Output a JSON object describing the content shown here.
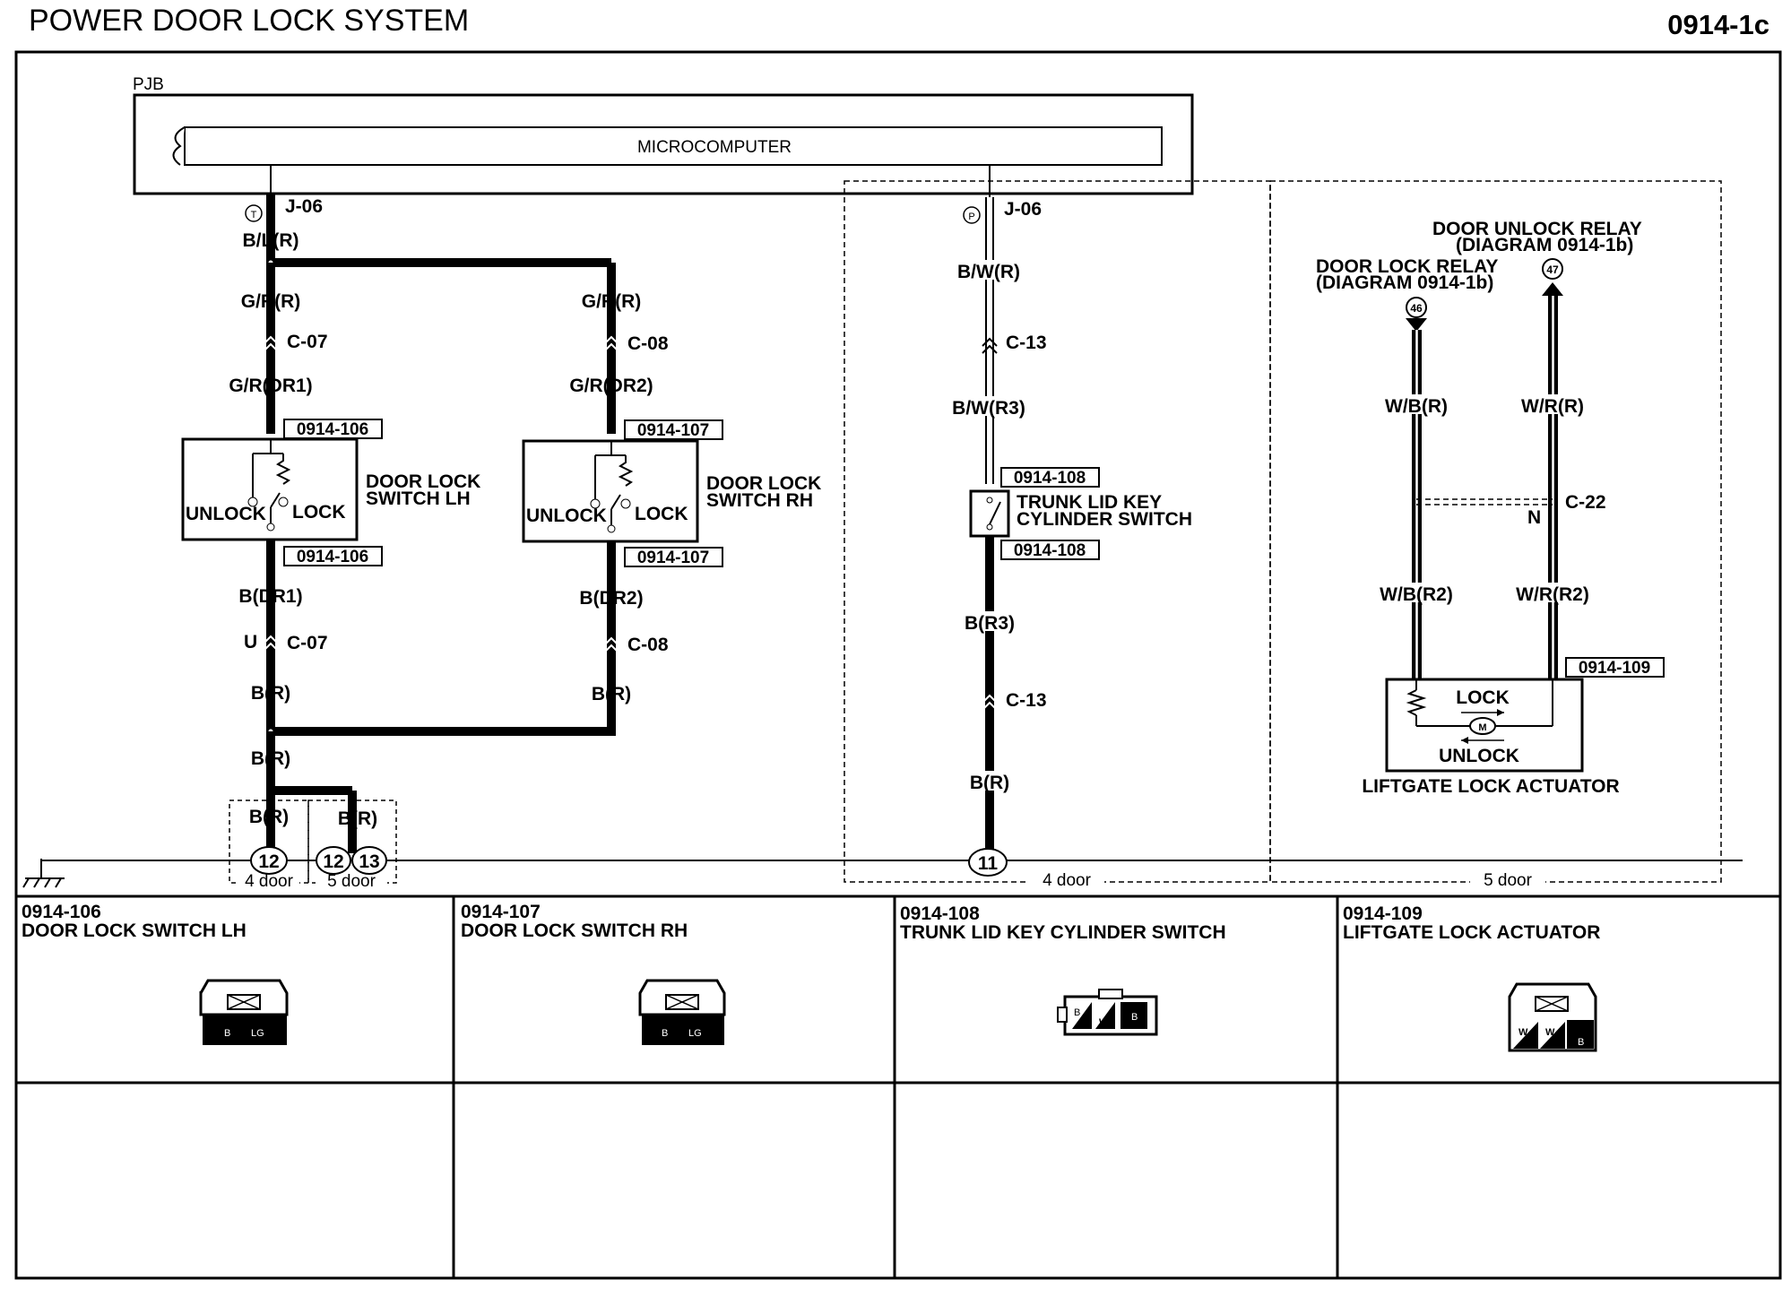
{
  "header": {
    "title": "POWER DOOR LOCK SYSTEM",
    "code": "0914-1c"
  },
  "diagram": {
    "pjb": "PJB",
    "microcomputer": "MICROCOMPUTER",
    "left": {
      "terminal": "T",
      "connector": "J-06",
      "wire_top": "B/L(R)",
      "lh": {
        "wire1": "G/R(R)",
        "conn": "C-07",
        "wire2": "G/R(DR1)",
        "ref": "0914-106",
        "name1": "DOOR LOCK",
        "name2": "SWITCH LH",
        "unlock": "UNLOCK",
        "lock": "LOCK",
        "wire3": "B(DR1)",
        "u": "U",
        "wire4": "B(R)"
      },
      "rh": {
        "wire1": "G/R(R)",
        "conn": "C-08",
        "wire2": "G/R(DR2)",
        "ref": "0914-107",
        "name1": "DOOR LOCK",
        "name2": "SWITCH RH",
        "unlock": "UNLOCK",
        "lock": "LOCK",
        "wire3": "B(DR2)",
        "wire4": "B(R)"
      },
      "wire_join": "B(R)",
      "wire_4door": "B(R)",
      "wire_5door": "B(R)",
      "ground_4door": "12",
      "ground_5door_a": "12",
      "ground_5door_b": "13",
      "label_4door": "4 door",
      "label_5door": "5 door"
    },
    "middle": {
      "terminal": "P",
      "connector": "J-06",
      "wire1": "B/W(R)",
      "conn": "C-13",
      "wire2": "B/W(R3)",
      "ref": "0914-108",
      "name1": "TRUNK LID KEY",
      "name2": "CYLINDER SWITCH",
      "wire3": "B(R3)",
      "conn2": "C-13",
      "wire4": "B(R)",
      "ground": "11",
      "footer": "4 door"
    },
    "right": {
      "unlock_relay1": "DOOR UNLOCK RELAY",
      "unlock_relay2": "(DIAGRAM 0914-1b)",
      "lock_relay1": "DOOR LOCK RELAY",
      "lock_relay2": "(DIAGRAM 0914-1b)",
      "term_lock": "46",
      "term_unlock": "47",
      "wire_l1": "W/B(R)",
      "wire_r1": "W/R(R)",
      "conn": "C-22",
      "n": "N",
      "wire_l2": "W/B(R2)",
      "wire_r2": "W/R(R2)",
      "ref": "0914-109",
      "lock": "LOCK",
      "unlock": "UNLOCK",
      "motor": "M",
      "name": "LIFTGATE LOCK ACTUATOR",
      "footer": "5 door"
    }
  },
  "connectors": [
    {
      "code": "0914-106",
      "name": "DOOR LOCK SWITCH LH",
      "pins": [
        "B",
        "LG"
      ]
    },
    {
      "code": "0914-107",
      "name": "DOOR LOCK SWITCH RH",
      "pins": [
        "B",
        "LG"
      ]
    },
    {
      "code": "0914-108",
      "name": "TRUNK LID KEY CYLINDER SWITCH",
      "pins": [
        "B",
        "W",
        "B"
      ]
    },
    {
      "code": "0914-109",
      "name": "LIFTGATE LOCK ACTUATOR",
      "pins": [
        "W",
        "W",
        "B"
      ]
    }
  ]
}
